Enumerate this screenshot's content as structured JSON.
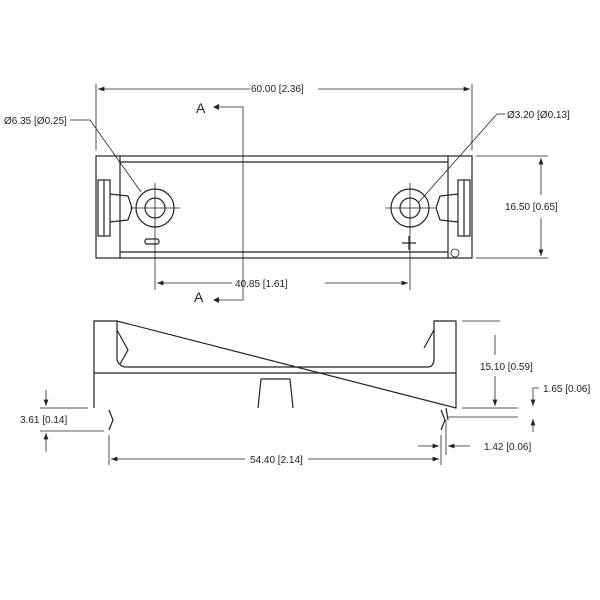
{
  "top_view": {
    "width_dim": "60.00 [2.36]",
    "height_dim": "16.50 [0.65]",
    "hole_spacing_dim": "40.85 [1.61]",
    "left_hole_dim": "Ø6.35 [Ø0.25]",
    "right_hole_dim": "Ø3.20 [Ø0.13]",
    "section_label_top": "A",
    "section_label_bottom": "A"
  },
  "side_view": {
    "height_dim": "15.10 [0.59]",
    "base_dim": "1.65 [0.06]",
    "left_lead_dim": "3.61 [0.14]",
    "lead_spacing_dim": "54.40 [2.14]",
    "lead_width_dim": "1.42 [0.06]"
  }
}
